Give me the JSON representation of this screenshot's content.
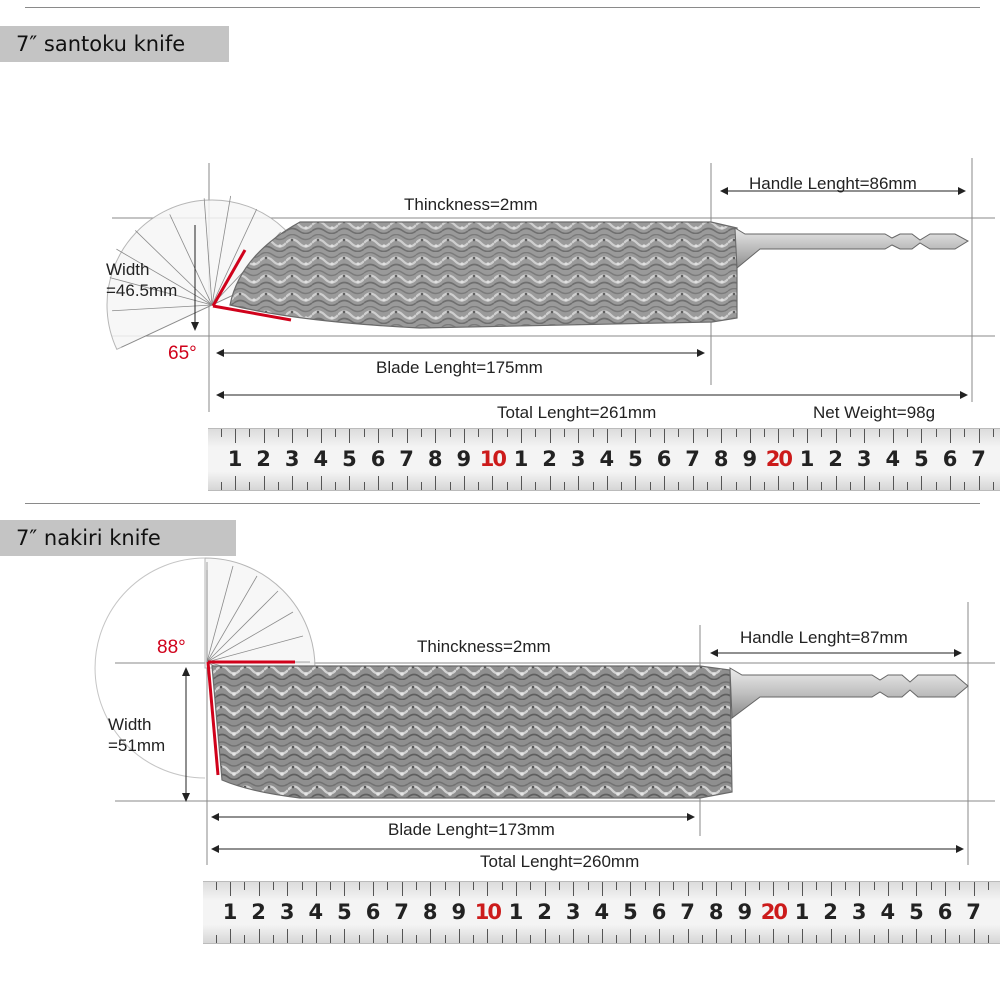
{
  "sections": [
    {
      "title": "7″ santoku knife",
      "angle": "65°",
      "width_line1": "Width",
      "width_line2": "=46.5mm",
      "thickness": "Thinckness=2mm",
      "handle_length": "Handle Lenght=86mm",
      "blade_length": "Blade Lenght=175mm",
      "total_length": "Total Lenght=261mm",
      "net_weight": "Net Weight=98g"
    },
    {
      "title": "7″ nakiri knife",
      "angle": "88°",
      "width_line1": "Width",
      "width_line2": "=51mm",
      "thickness": "Thinckness=2mm",
      "handle_length": "Handle Lenght=87mm",
      "blade_length": "Blade Lenght=173mm",
      "total_length": "Total Lenght=260mm"
    }
  ],
  "ruler": {
    "labels": [
      "1",
      "2",
      "3",
      "4",
      "5",
      "6",
      "7",
      "8",
      "9",
      "10",
      "1",
      "2",
      "3",
      "4",
      "5",
      "6",
      "7",
      "8",
      "9",
      "20",
      "1",
      "2",
      "3",
      "4",
      "5",
      "6",
      "7"
    ],
    "highlight_labels": [
      "10",
      "20"
    ],
    "highlight_color": "#cc1b1b"
  },
  "colors": {
    "tab_bg": "#c4c4c4",
    "angle_red": "#d0021b"
  }
}
